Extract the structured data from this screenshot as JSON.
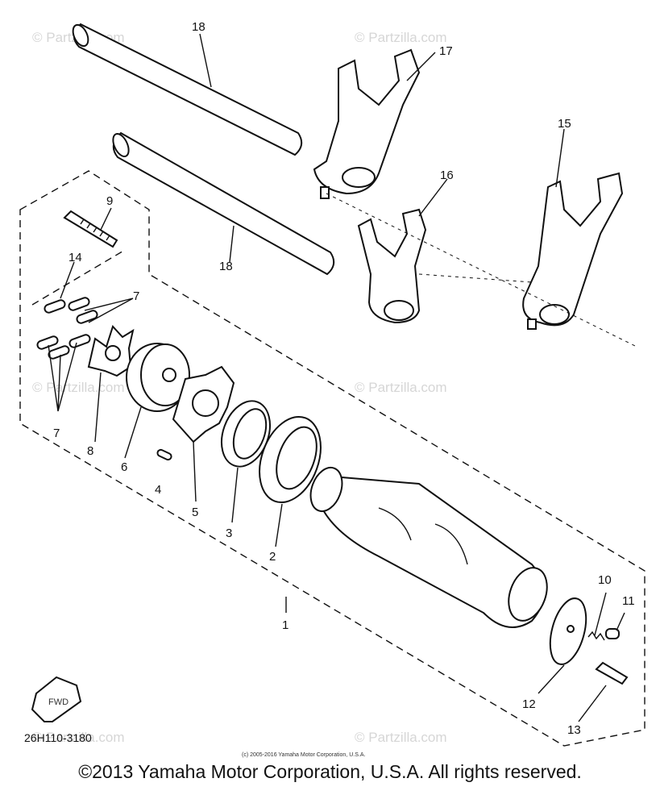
{
  "diagram": {
    "watermark_text": "© Partzilla.com",
    "diagram_code": "26H110-3180",
    "small_copyright": "(c) 2005-2016 Yamaha Motor Corporation, U.S.A.",
    "fwd_label": "FWD",
    "copyright": "©2013 Yamaha Motor Corporation, U.S.A. All rights reserved.",
    "callouts": {
      "c1": "1",
      "c2": "2",
      "c3": "3",
      "c4": "4",
      "c5": "5",
      "c6": "6",
      "c7a": "7",
      "c7b": "7",
      "c8": "8",
      "c9": "9",
      "c10": "10",
      "c11": "11",
      "c12": "12",
      "c13": "13",
      "c14": "14",
      "c15": "15",
      "c16": "16",
      "c17": "17",
      "c18a": "18",
      "c18b": "18"
    }
  }
}
